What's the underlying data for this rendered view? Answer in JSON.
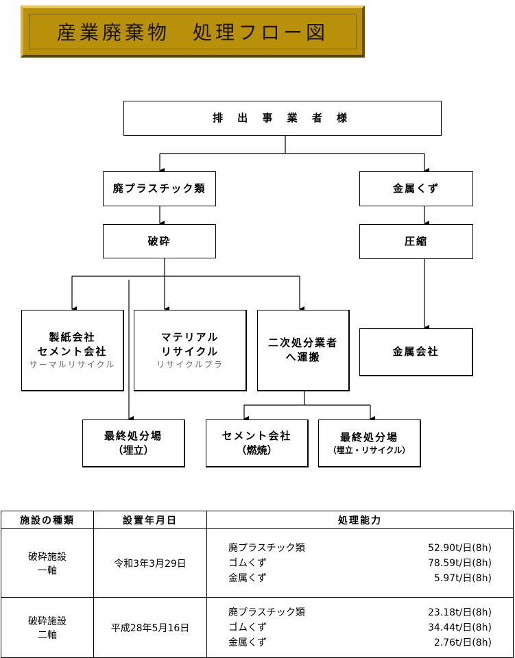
{
  "title": "産業廃棄物　処理フロー図",
  "flow": {
    "top": "排 出 事 業 者 様",
    "plastic": "廃プラスチック類",
    "metal": "金属くず",
    "crush": "破砕",
    "compress": "圧縮",
    "paper_cement": {
      "line1": "製紙会社",
      "line2": "セメント会社",
      "sub": "サーマルリサイクル"
    },
    "material": {
      "line1": "マテリアル",
      "line2": "リサイクル",
      "sub": "リサイクルプラ"
    },
    "secondary": {
      "line1": "二次処分業者",
      "line2": "へ運搬"
    },
    "metal_company": "金属会社",
    "landfill_left": {
      "line1": "最終処分場",
      "line2": "（埋立）"
    },
    "cement_burn": {
      "line1": "セメント会社",
      "line2": "（燃焼）"
    },
    "landfill_right": {
      "line1": "最終処分場",
      "line2": "（埋立・リサイクル）"
    }
  },
  "table": {
    "headers": [
      "施設の種類",
      "設置年月日",
      "処理能力"
    ],
    "rows": [
      {
        "type": [
          "破砕施設",
          "一軸"
        ],
        "date": "令和3年3月29日",
        "capacity": [
          {
            "item": "廃プラスチック類",
            "value": "52.90t/日(8h)"
          },
          {
            "item": "ゴムくず",
            "value": "78.59t/日(8h)"
          },
          {
            "item": "金属くず",
            "value": "5.97t/日(8h)"
          }
        ]
      },
      {
        "type": [
          "破砕施設",
          "二軸"
        ],
        "date": "平成28年5月16日",
        "capacity": [
          {
            "item": "廃プラスチック類",
            "value": "23.18t/日(8h)"
          },
          {
            "item": "ゴムくず",
            "value": "34.44t/日(8h)"
          },
          {
            "item": "金属くず",
            "value": "2.76t/日(8h)"
          }
        ]
      }
    ]
  }
}
